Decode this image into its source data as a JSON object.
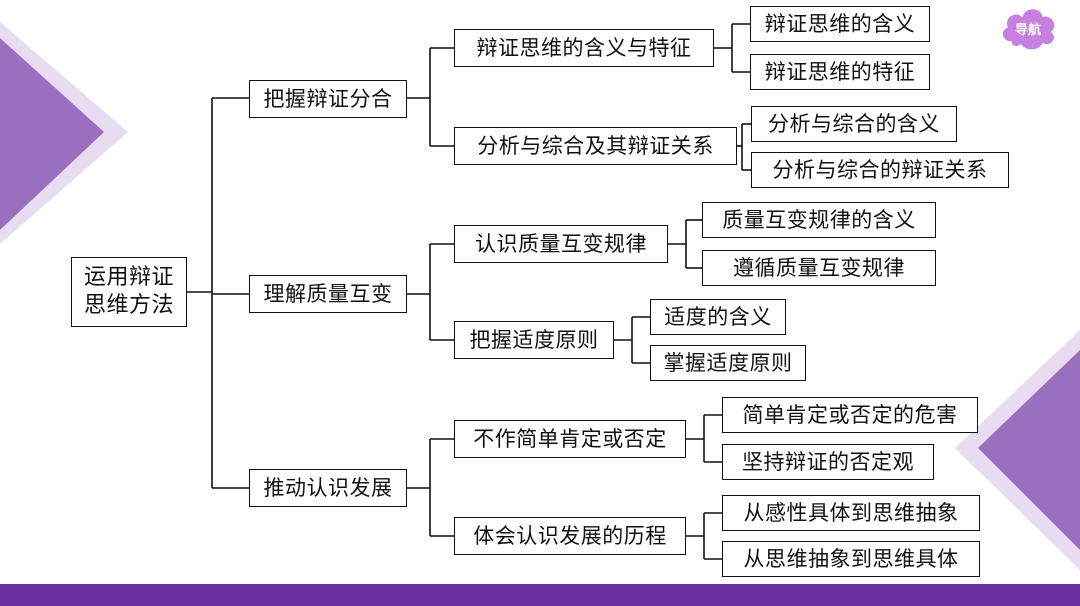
{
  "nav": {
    "label": "导航"
  },
  "colors": {
    "accent_purple": "#6b2f9f",
    "light_purple": "#b89bd0",
    "mid_purple": "#9a6fc0",
    "cloud": "#c77fe0"
  },
  "mindmap": {
    "root": {
      "line1": "运用辩证",
      "line2": "思维方法"
    },
    "branches": [
      {
        "label": "把握辩证分合",
        "topics": [
          {
            "label": "辩证思维的含义与特征",
            "leaves": [
              "辩证思维的含义",
              "辩证思维的特征"
            ]
          },
          {
            "label": "分析与综合及其辩证关系",
            "leaves": [
              "分析与综合的含义",
              "分析与综合的辩证关系"
            ]
          }
        ]
      },
      {
        "label": "理解质量互变",
        "topics": [
          {
            "label": "认识质量互变规律",
            "leaves": [
              "质量互变规律的含义",
              "遵循质量互变规律"
            ]
          },
          {
            "label": "把握适度原则",
            "leaves": [
              "适度的含义",
              "掌握适度原则"
            ]
          }
        ]
      },
      {
        "label": "推动认识发展",
        "topics": [
          {
            "label": "不作简单肯定或否定",
            "leaves": [
              "简单肯定或否定的危害",
              "坚持辩证的否定观"
            ]
          },
          {
            "label": "体会认识发展的历程",
            "leaves": [
              "从感性具体到思维抽象",
              "从思维抽象到思维具体"
            ]
          }
        ]
      }
    ]
  }
}
